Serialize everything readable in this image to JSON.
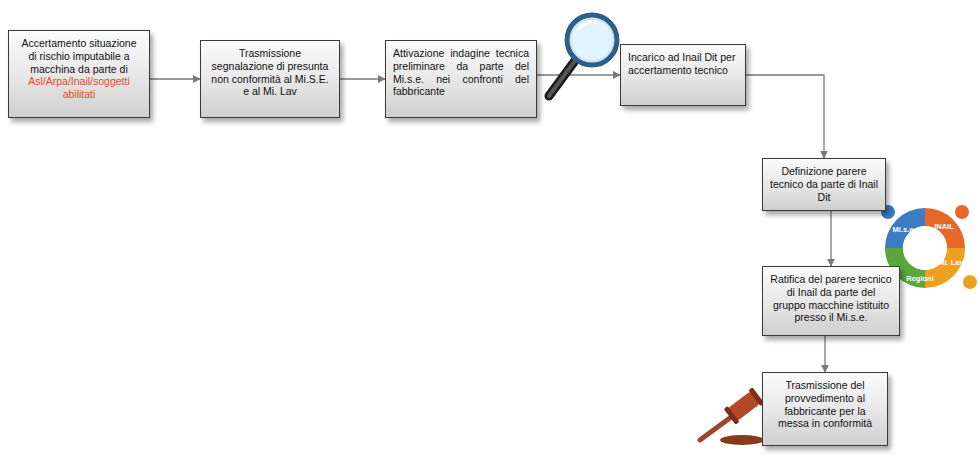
{
  "diagram": {
    "nodes": [
      {
        "text": [
          "Accertamento situazione di rischio imputabile a macchina da parte di",
          "Asl/Arpa/Inail/soggetti abilitati"
        ]
      },
      {
        "text": [
          "Trasmissione segnalazione di presunta non conformità al Mi.S.E. e al Mi. Lav"
        ]
      },
      {
        "text": [
          "Attivazione indagine tecnica preliminare da parte del Mi.s.e. nei confronti del fabbricante"
        ]
      },
      {
        "text": [
          "Incarico ad Inail Dit per accertamento tecnico"
        ]
      },
      {
        "text": [
          "Definizione parere tecnico da parte di Inail Dit"
        ]
      },
      {
        "text": [
          "Ratifica del parere tecnico di Inail da parte del gruppo macchine istituito presso il Mi.s.e."
        ]
      },
      {
        "text": [
          "Trasmissione del provvedimento al fabbricante per la messa in conformità"
        ]
      }
    ],
    "edges": [
      {
        "from": 0,
        "to": 1,
        "arrow": "to"
      },
      {
        "from": 1,
        "to": 2,
        "arrow": "to"
      },
      {
        "from": 2,
        "to": 3,
        "arrow": "to"
      },
      {
        "from": 3,
        "to": 4,
        "arrow": "to"
      },
      {
        "from": 4,
        "to": 5,
        "arrow": "to"
      },
      {
        "from": 5,
        "to": 6,
        "arrow": "to"
      }
    ],
    "labels": [
      "Mi.s.e.",
      "INAIL",
      "Mi. Lav",
      "Regioni"
    ]
  }
}
